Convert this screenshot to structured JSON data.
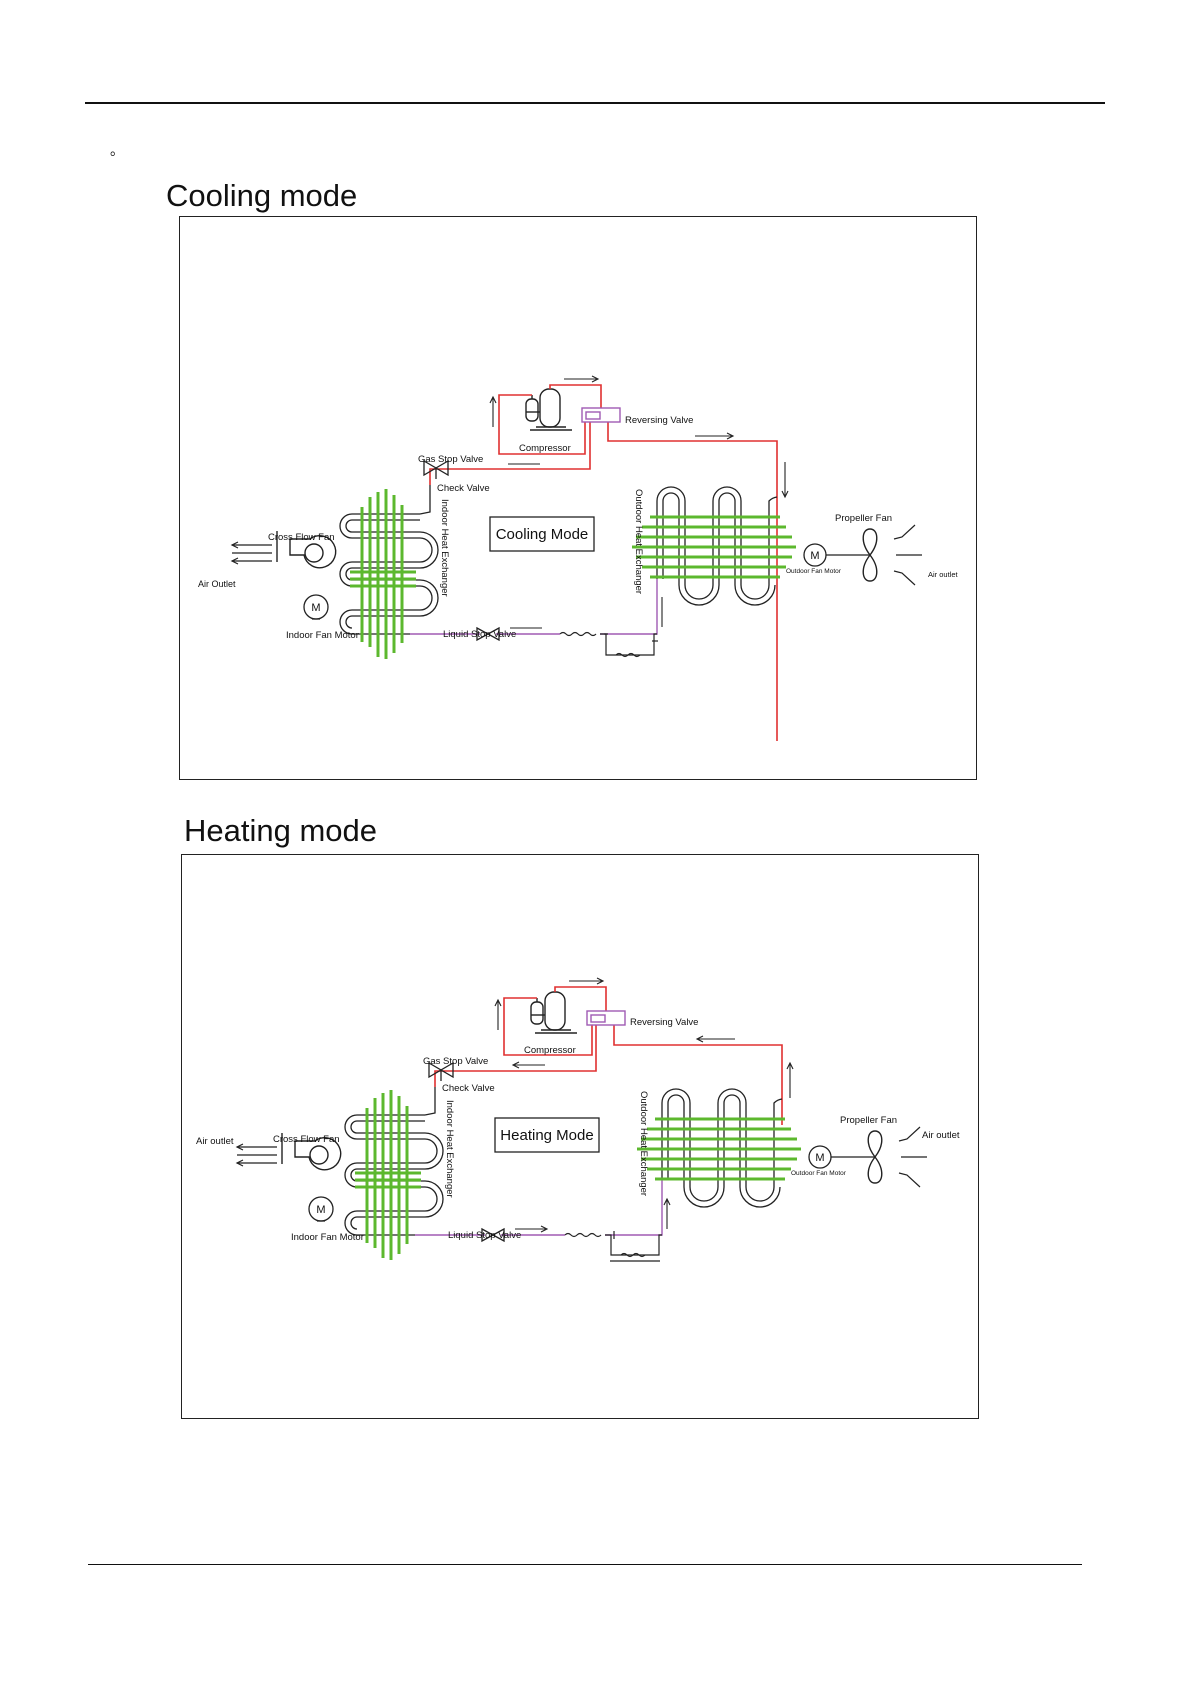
{
  "page": {
    "bullet": "。"
  },
  "cooling": {
    "title": "Cooling mode",
    "mode_box_label": "Cooling Mode",
    "labels": {
      "reversing_valve": "Reversing Valve",
      "compressor": "Compressor",
      "gas_stop_valve": "Gas Stop Valve",
      "check_valve": "Check Valve",
      "indoor_heat_exchanger": "Indoor Heat Exchanger",
      "outdoor_heat_exchanger": "Outdoor Heat Exchanger",
      "cross_flow_fan": "Cross Flow Fan",
      "indoor_fan_motor": "Indoor Fan Motor",
      "liquid_stop_valve": "Liquid Stop Valve",
      "propeller_fan": "Propeller Fan",
      "outdoor_fan_motor": "Outdoor Fan Motor",
      "air_outlet_left": "Air Outlet",
      "air_outlet_right": "Air outlet",
      "motor_symbol": "M"
    }
  },
  "heating": {
    "title": "Heating mode",
    "mode_box_label": "Heating Mode",
    "labels": {
      "reversing_valve": "Reversing Valve",
      "compressor": "Compressor",
      "gas_stop_valve": "Gas Stop Valve",
      "check_valve": "Check Valve",
      "indoor_heat_exchanger": "Indoor Heat Exchanger",
      "outdoor_heat_exchanger": "Outdoor Heat Exchanger",
      "cross_flow_fan": "Cross Flow Fan",
      "indoor_fan_motor": "Indoor Fan Motor",
      "liquid_stop_valve": "Liquid Stop Valve",
      "propeller_fan": "Propeller Fan",
      "outdoor_fan_motor": "Outdoor Fan Motor",
      "air_outlet_left": "Air outlet",
      "air_outlet_right": "Air outlet",
      "motor_symbol": "M"
    }
  },
  "colors": {
    "refrigerant_hot": "#e03030",
    "refrigerant_liquid": "#a05ab4",
    "coil_fins": "#5cb82e",
    "line": "#222222"
  }
}
